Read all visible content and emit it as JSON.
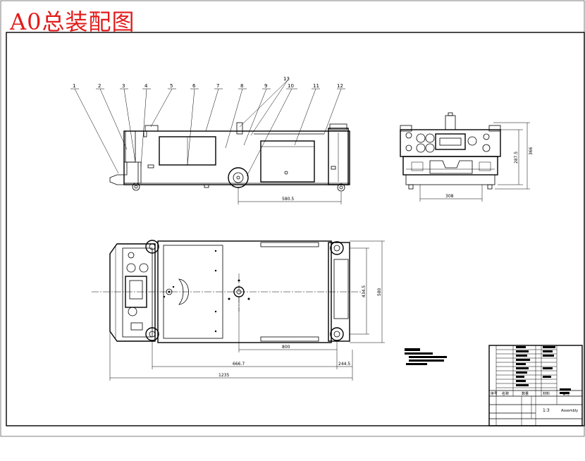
{
  "title": "A0总装配图",
  "part_numbers": [
    "1",
    "2",
    "3",
    "4",
    "5",
    "6",
    "7",
    "8",
    "9",
    "10",
    "11",
    "12",
    "13"
  ],
  "dimensions": {
    "front_length": "580.5",
    "side_height_a": "287.5",
    "side_height_b": "366",
    "side_width": "308",
    "top_inner_width": "434.5",
    "top_outer_width": "580",
    "top_span": "800",
    "top_left_offset": "666.7",
    "top_right_offset": "244.5",
    "top_total": "1235"
  },
  "title_block": {
    "scale": "1:3",
    "drawing_name": "Assembly",
    "row_labels": [
      "序号",
      "名称",
      "数量",
      "材料",
      "备注"
    ]
  }
}
